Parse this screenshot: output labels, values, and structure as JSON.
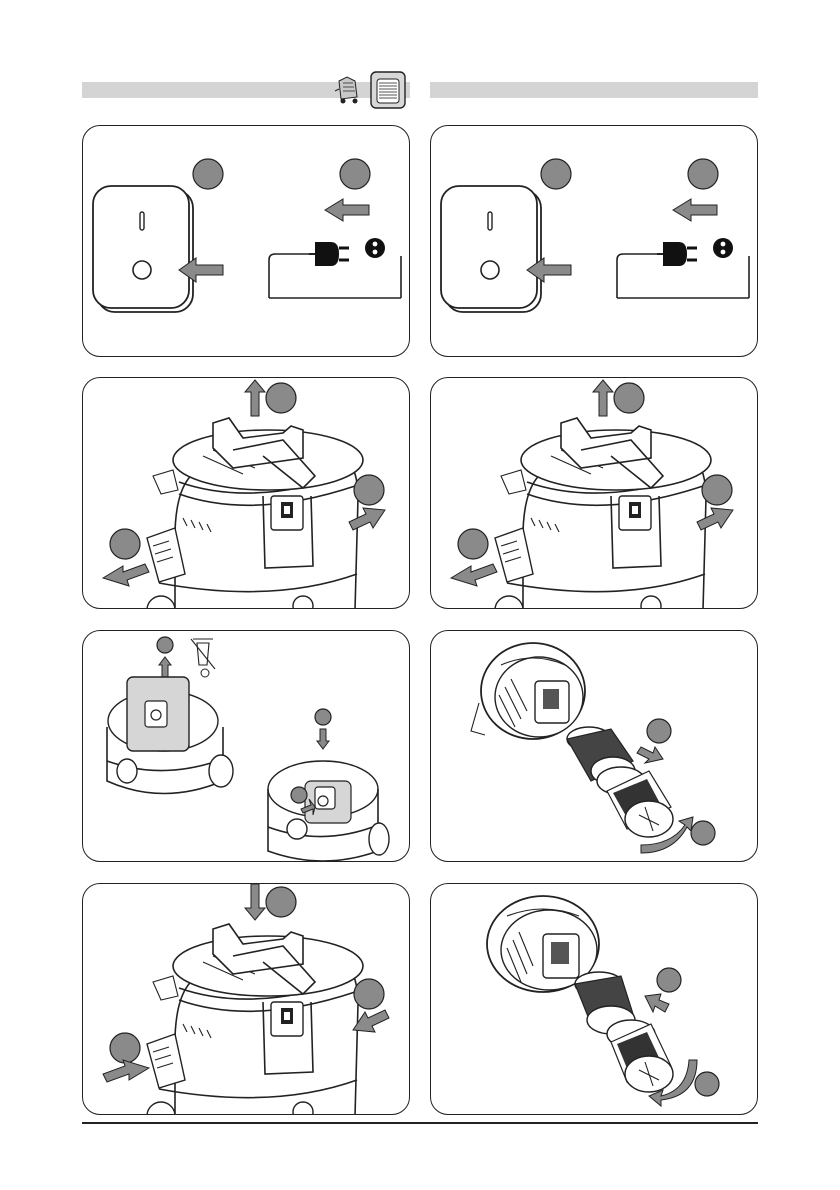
{
  "header": {
    "left_bar": "",
    "right_bar": "",
    "icons": [
      "vacuum-cleaner-icon",
      "filter-cartridge-icon"
    ]
  },
  "panels": [
    {
      "id": "switch-off-unplug-left",
      "steps": [
        "",
        ""
      ],
      "icons": [
        "power-switch-icon",
        "plug-icon",
        "warning-icon"
      ]
    },
    {
      "id": "switch-off-unplug-right",
      "steps": [
        "",
        ""
      ],
      "icons": [
        "power-switch-icon",
        "plug-icon",
        "warning-icon"
      ]
    },
    {
      "id": "open-lid-left",
      "steps": [
        "",
        "",
        ""
      ],
      "icons": [
        "vacuum-head-icon"
      ]
    },
    {
      "id": "open-lid-right",
      "steps": [
        "",
        "",
        ""
      ],
      "icons": [
        "vacuum-head-icon"
      ]
    },
    {
      "id": "replace-bag",
      "steps": [
        "",
        "",
        ""
      ],
      "icons": [
        "dustbag-icon",
        "trash-bin-icon"
      ]
    },
    {
      "id": "remove-filter",
      "steps": [
        "",
        ""
      ],
      "icons": [
        "motor-head-icon",
        "cartridge-filter-icon"
      ]
    },
    {
      "id": "close-lid",
      "steps": [
        "",
        "",
        ""
      ],
      "icons": [
        "vacuum-head-icon"
      ]
    },
    {
      "id": "install-filter",
      "steps": [
        "",
        ""
      ],
      "icons": [
        "motor-head-icon",
        "cartridge-filter-icon"
      ]
    }
  ]
}
